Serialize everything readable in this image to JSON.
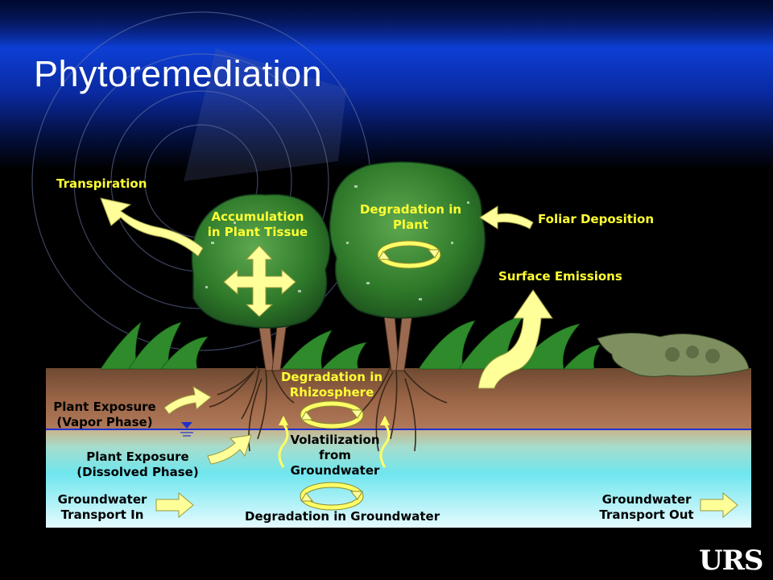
{
  "title": "Phytoremediation",
  "labels": {
    "transpiration": "Transpiration",
    "accumulation_1": "Accumulation",
    "accumulation_2": "in Plant Tissue",
    "degradation_plant_1": "Degradation in",
    "degradation_plant_2": "Plant",
    "foliar_deposition": "Foliar Deposition",
    "surface_emissions": "Surface Emissions",
    "degradation_rhizosphere_1": "Degradation in",
    "degradation_rhizosphere_2": "Rhizosphere",
    "vapor_phase_1": "Plant Exposure",
    "vapor_phase_2": "(Vapor Phase)",
    "dissolved_phase_1": "Plant Exposure",
    "dissolved_phase_2": "(Dissolved Phase)",
    "volatilization_1": "Volatilization",
    "volatilization_2": "from",
    "volatilization_3": "Groundwater",
    "transport_in_1": "Groundwater",
    "transport_in_2": "Transport In",
    "degradation_groundwater": "Degradation in Groundwater",
    "transport_out_1": "Groundwater",
    "transport_out_2": "Transport Out"
  },
  "logo": "URS",
  "colors": {
    "label_yellow": "#ffff33",
    "arrow_fill": "#ffff99",
    "foliage": "#2f7a2a",
    "soil_top": "#8a5a3c",
    "water": "#7fe8ec"
  }
}
